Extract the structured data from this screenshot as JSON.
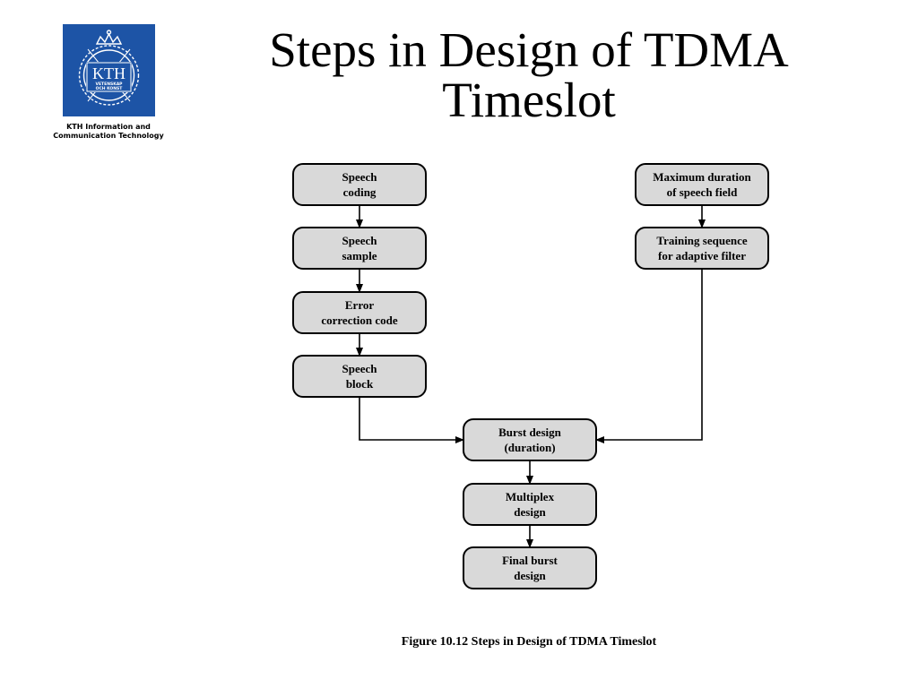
{
  "logo": {
    "lettering": [
      "KTH",
      "VETENSKAP",
      "OCH KONST"
    ],
    "caption_lines": [
      "KTH Information and",
      "Communication Technology"
    ],
    "color": "#1d54a6"
  },
  "title_lines": [
    "Steps in Design of TDMA",
    "Timeslot"
  ],
  "diagram": {
    "nodes": [
      {
        "id": "speech-coding",
        "lines": [
          "Speech",
          "coding"
        ]
      },
      {
        "id": "speech-sample",
        "lines": [
          "Speech",
          "sample"
        ]
      },
      {
        "id": "error-correction-code",
        "lines": [
          "Error",
          "correction code"
        ]
      },
      {
        "id": "speech-block",
        "lines": [
          "Speech",
          "block"
        ]
      },
      {
        "id": "max-duration-speech-field",
        "lines": [
          "Maximum duration",
          "of speech field"
        ]
      },
      {
        "id": "training-sequence",
        "lines": [
          "Training sequence",
          "for adaptive filter"
        ]
      },
      {
        "id": "burst-design",
        "lines": [
          "Burst design",
          "(duration)"
        ]
      },
      {
        "id": "multiplex-design",
        "lines": [
          "Multiplex",
          "design"
        ]
      },
      {
        "id": "final-burst-design",
        "lines": [
          "Final burst",
          "design"
        ]
      }
    ],
    "edges": [
      [
        "speech-coding",
        "speech-sample"
      ],
      [
        "speech-sample",
        "error-correction-code"
      ],
      [
        "error-correction-code",
        "speech-block"
      ],
      [
        "speech-block",
        "burst-design"
      ],
      [
        "max-duration-speech-field",
        "training-sequence"
      ],
      [
        "training-sequence",
        "burst-design"
      ],
      [
        "burst-design",
        "multiplex-design"
      ],
      [
        "multiplex-design",
        "final-burst-design"
      ]
    ],
    "node_fill": "#d9d9d9"
  },
  "figure_caption": "Figure 10.12  Steps in Design of TDMA Timeslot"
}
